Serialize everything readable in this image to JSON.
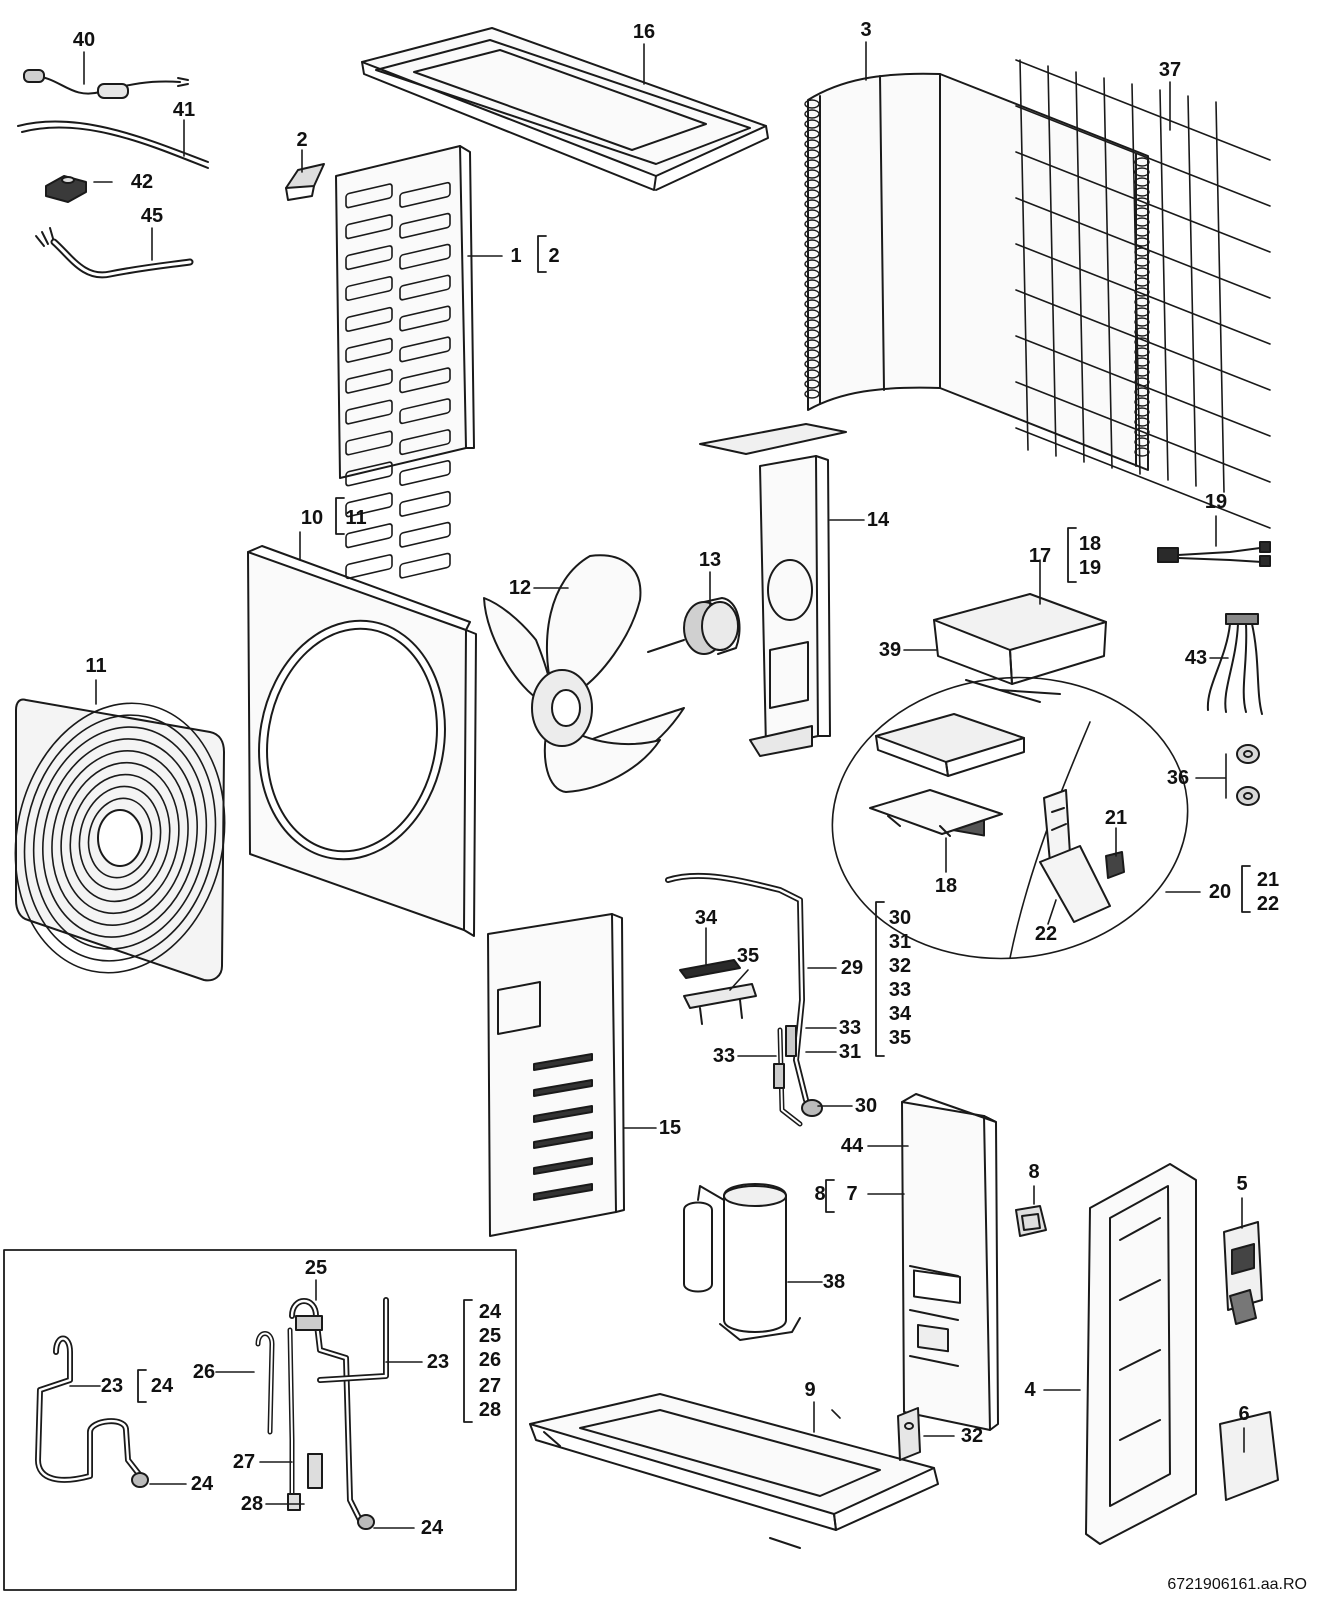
{
  "doc_code": "6721906161.aa.RO",
  "parts": [
    {
      "id": "p40",
      "text": "40"
    },
    {
      "id": "p41",
      "text": "41"
    },
    {
      "id": "p42",
      "text": "42"
    },
    {
      "id": "p45",
      "text": "45"
    },
    {
      "id": "p16",
      "text": "16"
    },
    {
      "id": "p3",
      "text": "3"
    },
    {
      "id": "p37",
      "text": "37"
    },
    {
      "id": "p2a",
      "text": "2"
    },
    {
      "id": "p1",
      "text": "1"
    },
    {
      "id": "p1b",
      "text": "2"
    },
    {
      "id": "p10",
      "text": "10"
    },
    {
      "id": "p10b",
      "text": "11"
    },
    {
      "id": "p14",
      "text": "14"
    },
    {
      "id": "p13",
      "text": "13"
    },
    {
      "id": "p12",
      "text": "12"
    },
    {
      "id": "p19",
      "text": "19"
    },
    {
      "id": "p17",
      "text": "17"
    },
    {
      "id": "p17b1",
      "text": "18"
    },
    {
      "id": "p17b2",
      "text": "19"
    },
    {
      "id": "p11",
      "text": "11"
    },
    {
      "id": "p39",
      "text": "39"
    },
    {
      "id": "p43",
      "text": "43"
    },
    {
      "id": "p36",
      "text": "36"
    },
    {
      "id": "p21",
      "text": "21"
    },
    {
      "id": "p18",
      "text": "18"
    },
    {
      "id": "p20",
      "text": "20"
    },
    {
      "id": "p20b1",
      "text": "21"
    },
    {
      "id": "p20b2",
      "text": "22"
    },
    {
      "id": "p22",
      "text": "22"
    },
    {
      "id": "p34",
      "text": "34"
    },
    {
      "id": "p35",
      "text": "35"
    },
    {
      "id": "p29",
      "text": "29"
    },
    {
      "id": "p29b1",
      "text": "30"
    },
    {
      "id": "p29b2",
      "text": "31"
    },
    {
      "id": "p29b3",
      "text": "32"
    },
    {
      "id": "p29b4",
      "text": "33"
    },
    {
      "id": "p29b5",
      "text": "34"
    },
    {
      "id": "p29b6",
      "text": "35"
    },
    {
      "id": "p33a",
      "text": "33"
    },
    {
      "id": "p33b",
      "text": "33"
    },
    {
      "id": "p31",
      "text": "31"
    },
    {
      "id": "p30",
      "text": "30"
    },
    {
      "id": "p15",
      "text": "15"
    },
    {
      "id": "p44",
      "text": "44"
    },
    {
      "id": "p8a",
      "text": "8"
    },
    {
      "id": "p7",
      "text": "7"
    },
    {
      "id": "p8",
      "text": "8"
    },
    {
      "id": "p5",
      "text": "5"
    },
    {
      "id": "p38",
      "text": "38"
    },
    {
      "id": "p25",
      "text": "25"
    },
    {
      "id": "p23a",
      "text": "23"
    },
    {
      "id": "p23ab",
      "text": "24"
    },
    {
      "id": "p26",
      "text": "26"
    },
    {
      "id": "p23b",
      "text": "23"
    },
    {
      "id": "p23bb1",
      "text": "24"
    },
    {
      "id": "p23bb2",
      "text": "25"
    },
    {
      "id": "p23bb3",
      "text": "26"
    },
    {
      "id": "p23bb4",
      "text": "27"
    },
    {
      "id": "p23bb5",
      "text": "28"
    },
    {
      "id": "p27",
      "text": "27"
    },
    {
      "id": "p28",
      "text": "28"
    },
    {
      "id": "p24a",
      "text": "24"
    },
    {
      "id": "p24b",
      "text": "24"
    },
    {
      "id": "p9",
      "text": "9"
    },
    {
      "id": "p32",
      "text": "32"
    },
    {
      "id": "p4",
      "text": "4"
    },
    {
      "id": "p6",
      "text": "6"
    }
  ]
}
